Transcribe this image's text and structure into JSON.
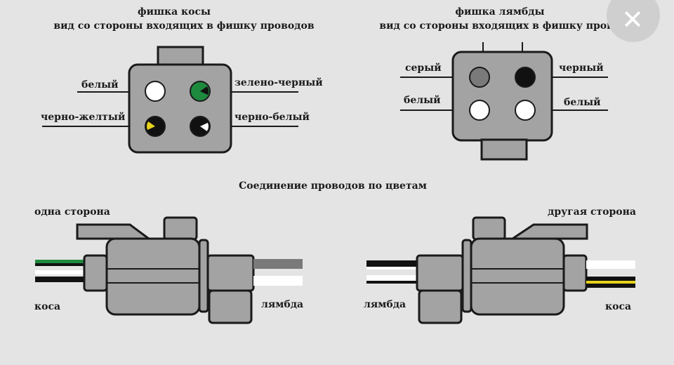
{
  "left_connector": {
    "title": "фишка косы",
    "subtitle": "вид со стороны входящих в фишку проводов",
    "labels": {
      "top_left": "белый",
      "top_right": "зелено-черный",
      "bottom_left": "черно-желтый",
      "bottom_right": "черно-белый"
    }
  },
  "right_connector": {
    "title": "фишка лямбды",
    "subtitle": "вид со стороны входящих в фишку проводов",
    "labels": {
      "top_left": "серый",
      "top_right": "черный",
      "bottom_left": "белый",
      "bottom_right": "белый"
    }
  },
  "connection": {
    "title": "Соединение проводов по цветам",
    "left": {
      "side_label": "одна сторона",
      "bottom_left": "коса",
      "bottom_right": "лямбда"
    },
    "right": {
      "side_label": "другая сторона",
      "bottom_left": "лямбда",
      "bottom_right": "коса"
    }
  },
  "colors": {
    "background": "#e4e4e4",
    "connector_body": "#a3a3a3",
    "outline": "#1a1a1a",
    "wire_white": "#ffffff",
    "wire_black": "#111111",
    "wire_green": "#1e8a3e",
    "wire_yellow": "#e6d21c",
    "wire_gray": "#7a7a7a"
  },
  "icons": {
    "close": "close-icon"
  },
  "close_button": {
    "glyph": "✕"
  }
}
